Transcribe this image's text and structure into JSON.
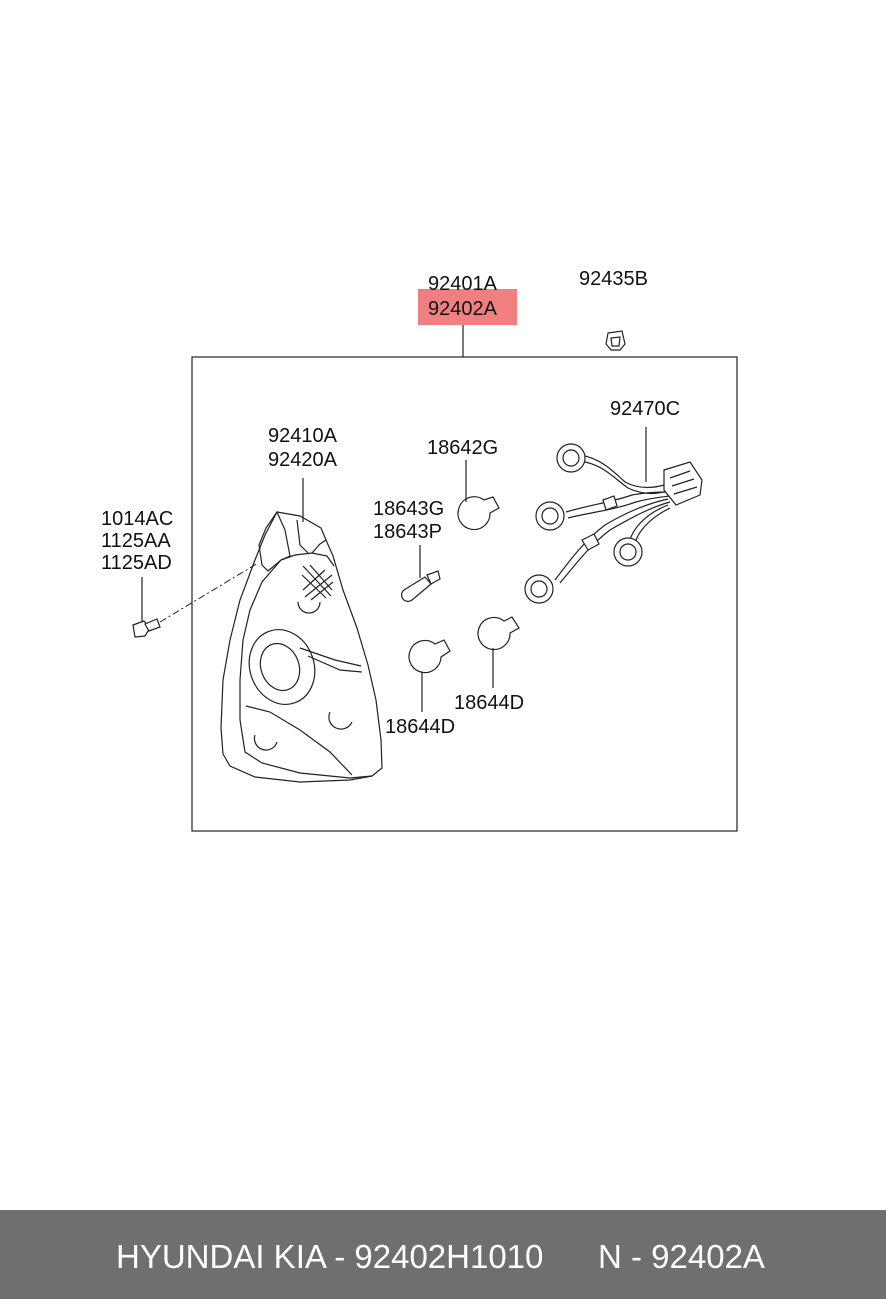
{
  "diagram": {
    "labels": {
      "p92401A": "92401A",
      "p92402A": "92402A",
      "p92435B": "92435B",
      "p92470C": "92470C",
      "p92410A": "92410A",
      "p92420A": "92420A",
      "p18642G": "18642G",
      "p18643G": "18643G",
      "p18643P": "18643P",
      "p1014AC": "1014AC",
      "p1125AA": "1125AA",
      "p1125AD": "1125AD",
      "p18644D_left": "18644D",
      "p18644D_right": "18644D"
    },
    "highlight_color": "#f08080"
  },
  "footer": {
    "part_text": "HYUNDAI KIA - 92402H1010",
    "ref_text": "N - 92402A",
    "background": "#6f6f6f"
  }
}
